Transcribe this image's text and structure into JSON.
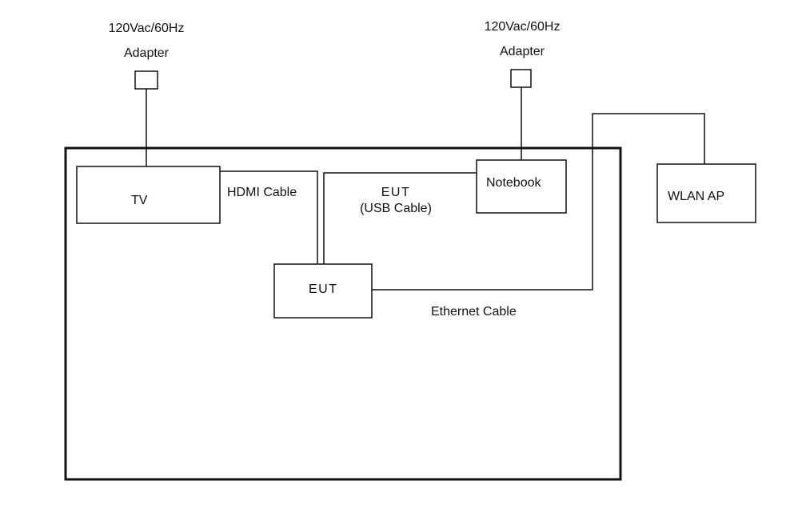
{
  "diagram": {
    "adapter_left": {
      "line1": "120Vac/60Hz",
      "line2": "Adapter"
    },
    "adapter_right": {
      "line1": "120Vac/60Hz",
      "line2": "Adapter"
    },
    "tv": "TV",
    "notebook": "Notebook",
    "wlan_ap": "WLAN AP",
    "eut": "EUT",
    "hdmi_cable": "HDMI Cable",
    "usb_cable": {
      "line1": "EUT",
      "line2": "(USB Cable)"
    },
    "ethernet_cable": "Ethernet Cable"
  },
  "colors": {
    "stroke": "#111111",
    "background": "#ffffff"
  }
}
